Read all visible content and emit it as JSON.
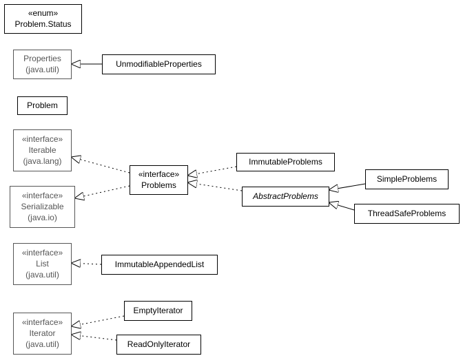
{
  "nodes": [
    {
      "id": "problem-status",
      "lines": [
        "«enum»",
        "Problem.Status"
      ],
      "external": false,
      "italic": false
    },
    {
      "id": "properties",
      "lines": [
        "Properties",
        "(java.util)"
      ],
      "external": true,
      "italic": false
    },
    {
      "id": "unmodifiable-properties",
      "lines": [
        "UnmodifiableProperties"
      ],
      "external": false,
      "italic": false
    },
    {
      "id": "problem",
      "lines": [
        "Problem"
      ],
      "external": false,
      "italic": false
    },
    {
      "id": "iterable",
      "lines": [
        "«interface»",
        "Iterable",
        "(java.lang)"
      ],
      "external": true,
      "italic": false
    },
    {
      "id": "serializable",
      "lines": [
        "«interface»",
        "Serializable",
        "(java.io)"
      ],
      "external": true,
      "italic": false
    },
    {
      "id": "problems",
      "lines": [
        "«interface»",
        "Problems"
      ],
      "external": false,
      "italic": false
    },
    {
      "id": "immutable-problems",
      "lines": [
        "ImmutableProblems"
      ],
      "external": false,
      "italic": false
    },
    {
      "id": "abstract-problems",
      "lines": [
        "AbstractProblems"
      ],
      "external": false,
      "italic": true
    },
    {
      "id": "simple-problems",
      "lines": [
        "SimpleProblems"
      ],
      "external": false,
      "italic": false
    },
    {
      "id": "thread-safe-problems",
      "lines": [
        "ThreadSafeProblems"
      ],
      "external": false,
      "italic": false
    },
    {
      "id": "list",
      "lines": [
        "«interface»",
        "List",
        "(java.util)"
      ],
      "external": true,
      "italic": false
    },
    {
      "id": "immutable-appended-list",
      "lines": [
        "ImmutableAppendedList"
      ],
      "external": false,
      "italic": false
    },
    {
      "id": "iterator",
      "lines": [
        "«interface»",
        "Iterator",
        "(java.util)"
      ],
      "external": true,
      "italic": false
    },
    {
      "id": "empty-iterator",
      "lines": [
        "EmptyIterator"
      ],
      "external": false,
      "italic": false
    },
    {
      "id": "read-only-iterator",
      "lines": [
        "ReadOnlyIterator"
      ],
      "external": false,
      "italic": false
    }
  ],
  "edges": [
    {
      "from": "unmodifiable-properties",
      "to": "properties",
      "kind": "extends"
    },
    {
      "from": "problems",
      "to": "iterable",
      "kind": "implements"
    },
    {
      "from": "problems",
      "to": "serializable",
      "kind": "implements"
    },
    {
      "from": "immutable-problems",
      "to": "problems",
      "kind": "implements"
    },
    {
      "from": "abstract-problems",
      "to": "problems",
      "kind": "implements"
    },
    {
      "from": "simple-problems",
      "to": "abstract-problems",
      "kind": "extends"
    },
    {
      "from": "thread-safe-problems",
      "to": "abstract-problems",
      "kind": "extends"
    },
    {
      "from": "immutable-appended-list",
      "to": "list",
      "kind": "implements"
    },
    {
      "from": "empty-iterator",
      "to": "iterator",
      "kind": "implements"
    },
    {
      "from": "read-only-iterator",
      "to": "iterator",
      "kind": "implements"
    }
  ]
}
